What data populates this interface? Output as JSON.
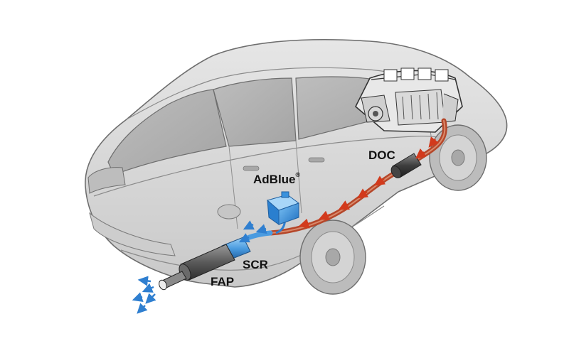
{
  "labels": {
    "adblue": "AdBlue",
    "adblue_mark": "®",
    "doc": "DOC",
    "scr": "SCR",
    "fap": "FAP"
  },
  "colors": {
    "car_body": "#d9d9d9",
    "car_outline": "#6e6e6e",
    "exhaust_hot": "#b5472a",
    "exhaust_flow_arrows": "#d23a1c",
    "treated_flow_arrows": "#2f7fd0",
    "adblue_tank": "#3a92dd",
    "scr_catalyst": "#4a9be0"
  },
  "icons": {
    "engine": "engine-block-icon",
    "tank": "adblue-tank-icon",
    "flow": "flow-arrow-icon"
  }
}
